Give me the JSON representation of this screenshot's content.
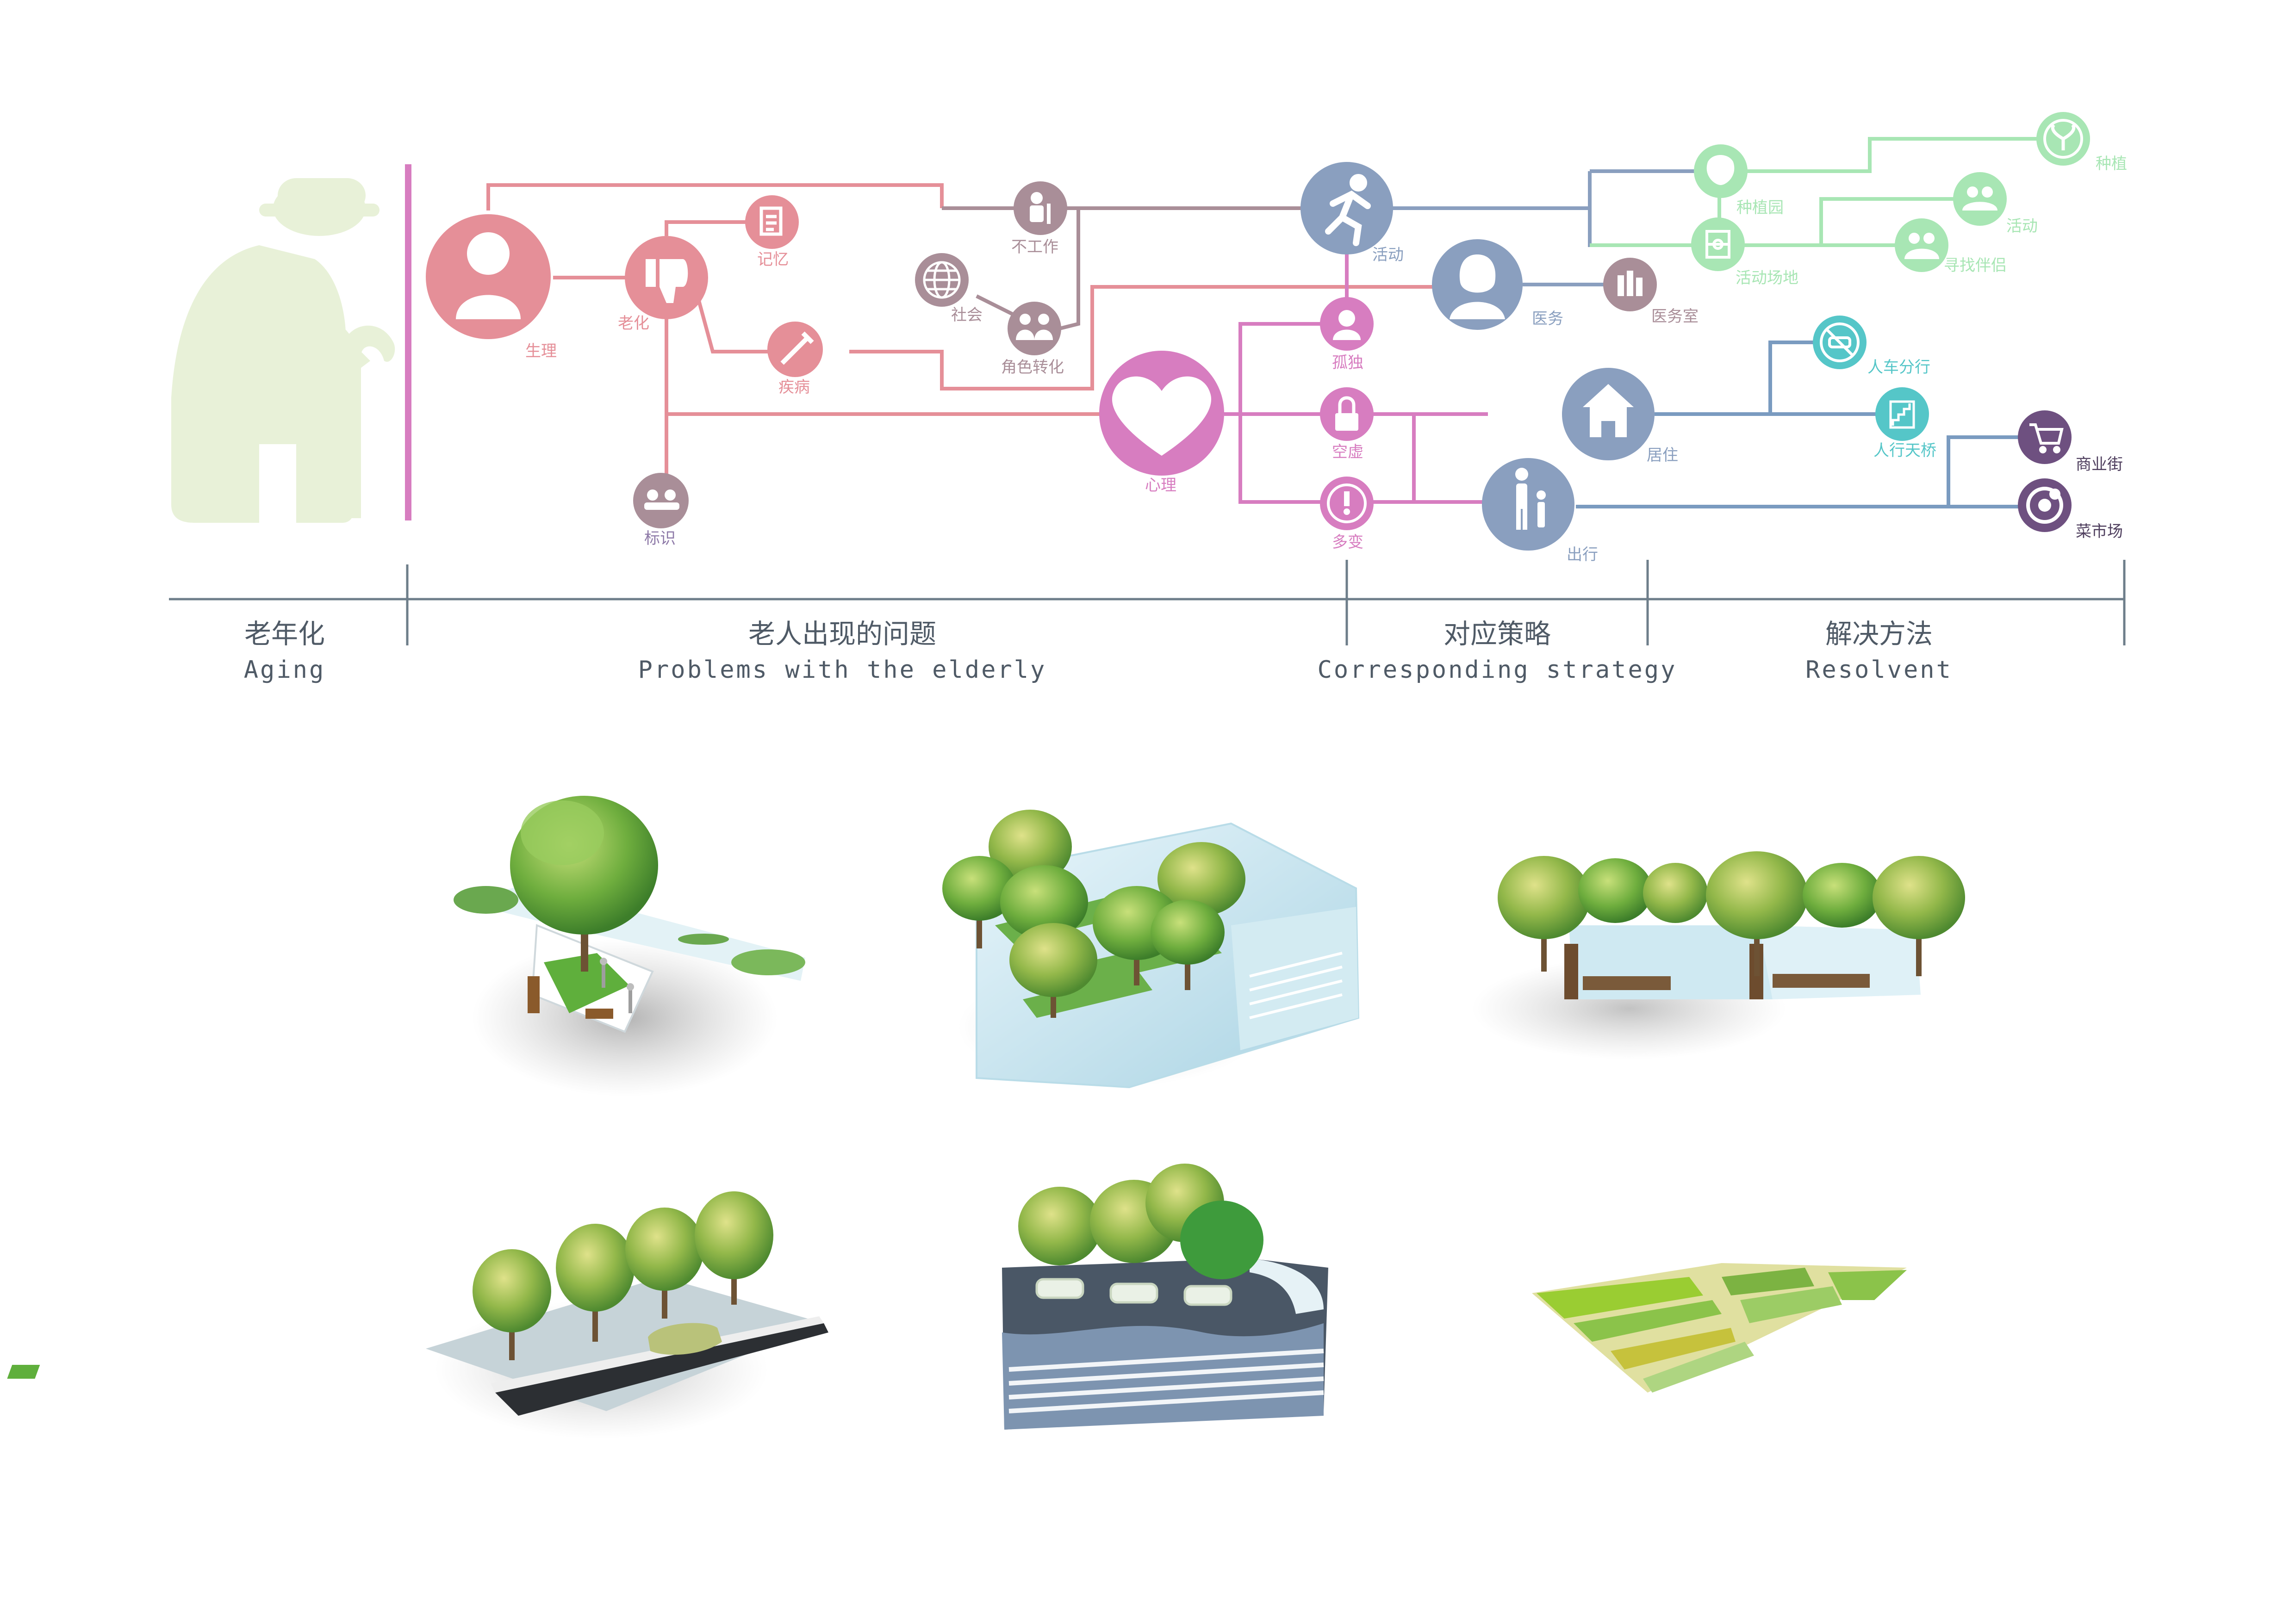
{
  "colors": {
    "pink": "#e58f98",
    "magenta": "#d77dc0",
    "mauve": "#a98e98",
    "slate": "#8a9fbf",
    "blue": "#7a9bc0",
    "green": "#a8e6b4",
    "teal": "#55c6c8",
    "purple": "#8e7aa8",
    "dark_purple": "#6e5080",
    "figure": "#e8f1d8",
    "axis": "#6e7e8a"
  },
  "nodes": {
    "shengli": {
      "label": "生理",
      "icon": "person-icon"
    },
    "laohua": {
      "label": "老化",
      "icon": "thumbs-down-icon"
    },
    "jiyi": {
      "label": "记忆",
      "icon": "memo-icon"
    },
    "jibing": {
      "label": "疾病",
      "icon": "syringe-icon"
    },
    "biaoshi": {
      "label": "标识",
      "icon": "people-icon"
    },
    "shehui": {
      "label": "社会",
      "icon": "globe-icon"
    },
    "bugongzuo": {
      "label": "不工作",
      "icon": "worker-icon"
    },
    "juesezhuanhua": {
      "label": "角色转化",
      "icon": "role-icon"
    },
    "xinli": {
      "label": "心理",
      "icon": "heart-icon"
    },
    "gudu": {
      "label": "孤独",
      "icon": "lonely-icon"
    },
    "kongxu": {
      "label": "空虚",
      "icon": "lock-icon"
    },
    "duobian": {
      "label": "多变",
      "icon": "exclamation-icon"
    },
    "huodong": {
      "label": "活动",
      "icon": "runner-icon"
    },
    "yiwu": {
      "label": "医务",
      "icon": "doctor-icon"
    },
    "yiwushi": {
      "label": "医务室",
      "icon": "clinic-icon"
    },
    "juzhu": {
      "label": "居住",
      "icon": "house-icon"
    },
    "chuxing": {
      "label": "出行",
      "icon": "walking-icon"
    },
    "zhongzhiyuan": {
      "label": "种植园",
      "icon": "garden-icon"
    },
    "zhongzhi": {
      "label": "种植",
      "icon": "sprout-icon"
    },
    "huodongchangdi": {
      "label": "活动场地",
      "icon": "field-icon"
    },
    "huodong2": {
      "label": "活动",
      "icon": "group-icon"
    },
    "xunzhaobanlv": {
      "label": "寻找伴侣",
      "icon": "couple-icon"
    },
    "renchefenxing": {
      "label": "人车分行",
      "icon": "no-car-icon"
    },
    "renxingtianqiao": {
      "label": "人行天桥",
      "icon": "stairs-icon"
    },
    "shangyejie": {
      "label": "商业街",
      "icon": "cart-icon"
    },
    "caishichang": {
      "label": "菜市场",
      "icon": "market-icon"
    }
  },
  "segments": [
    {
      "cn": "老年化",
      "en": "Aging"
    },
    {
      "cn": "老人出现的问题",
      "en": "Problems with the elderly"
    },
    {
      "cn": "对应策略",
      "en": "Corresponding strategy"
    },
    {
      "cn": "解决方法",
      "en": "Resolvent"
    }
  ],
  "illustrations": [
    {
      "id": "tree-plaza",
      "icon": "tree-plaza-illustration"
    },
    {
      "id": "terrace-planters",
      "icon": "terrace-planters-illustration"
    },
    {
      "id": "market-stalls",
      "icon": "market-stalls-illustration"
    },
    {
      "id": "street-trees",
      "icon": "street-trees-illustration"
    },
    {
      "id": "waterfront-planters",
      "icon": "waterfront-planters-illustration"
    },
    {
      "id": "allotment-garden",
      "icon": "allotment-garden-illustration"
    }
  ]
}
